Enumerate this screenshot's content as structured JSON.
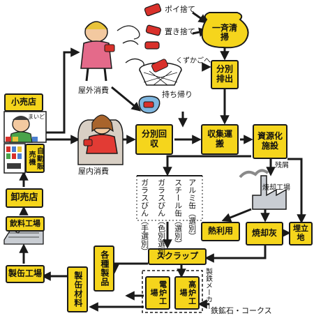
{
  "nodes": {
    "retail_store": "小売店",
    "vending_machine": "自動販売機",
    "wholesaler": "卸売店",
    "beverage_factory": "飲料工場",
    "can_factory": "製缶工場",
    "can_material": "製缶材料",
    "various_products": "各種製品",
    "outdoor_consumption": "屋外消費",
    "indoor_consumption": "屋内消費",
    "separate_collection": "分別回収",
    "collection_transport": "収集運搬",
    "recycling_facility": "資源化施設",
    "separate_disposal": "分別排出",
    "joint_cleanup": "一斉清掃",
    "thermal_use": "熱利用",
    "incineration_ash": "焼却灰",
    "landfill": "埋立地",
    "scrap": "スクラップ",
    "blast_furnace_factory": "高炉工場",
    "electric_furnace_factory": "電炉工場"
  },
  "labels": {
    "poi_sute": "ポイ捨て",
    "oki_sute": "置き捨て",
    "to_trash_basket": "くずかごへ",
    "take_home": "持ち帰り",
    "residue": "残屑",
    "incineration_plant": "焼却工場",
    "sign_makidoshi": "まいど",
    "aluminum_can": "アルミ缶（選別）",
    "steel_can": "スチール缶（選別）",
    "glass_bottle_color": "ガラスびん（色別選別）",
    "glass_bottle_hand": "ガラスびん（手選別）",
    "steel_maker": "製鉄メーカー",
    "iron_ore_coke": "鉄鉱石・コークス"
  },
  "colors": {
    "box_fill": "#f5d51c",
    "outline": "#1a1a1a",
    "can_red": "#d9312b",
    "skin": "#f3c9a0",
    "factory_gray": "#c9cdd3"
  }
}
